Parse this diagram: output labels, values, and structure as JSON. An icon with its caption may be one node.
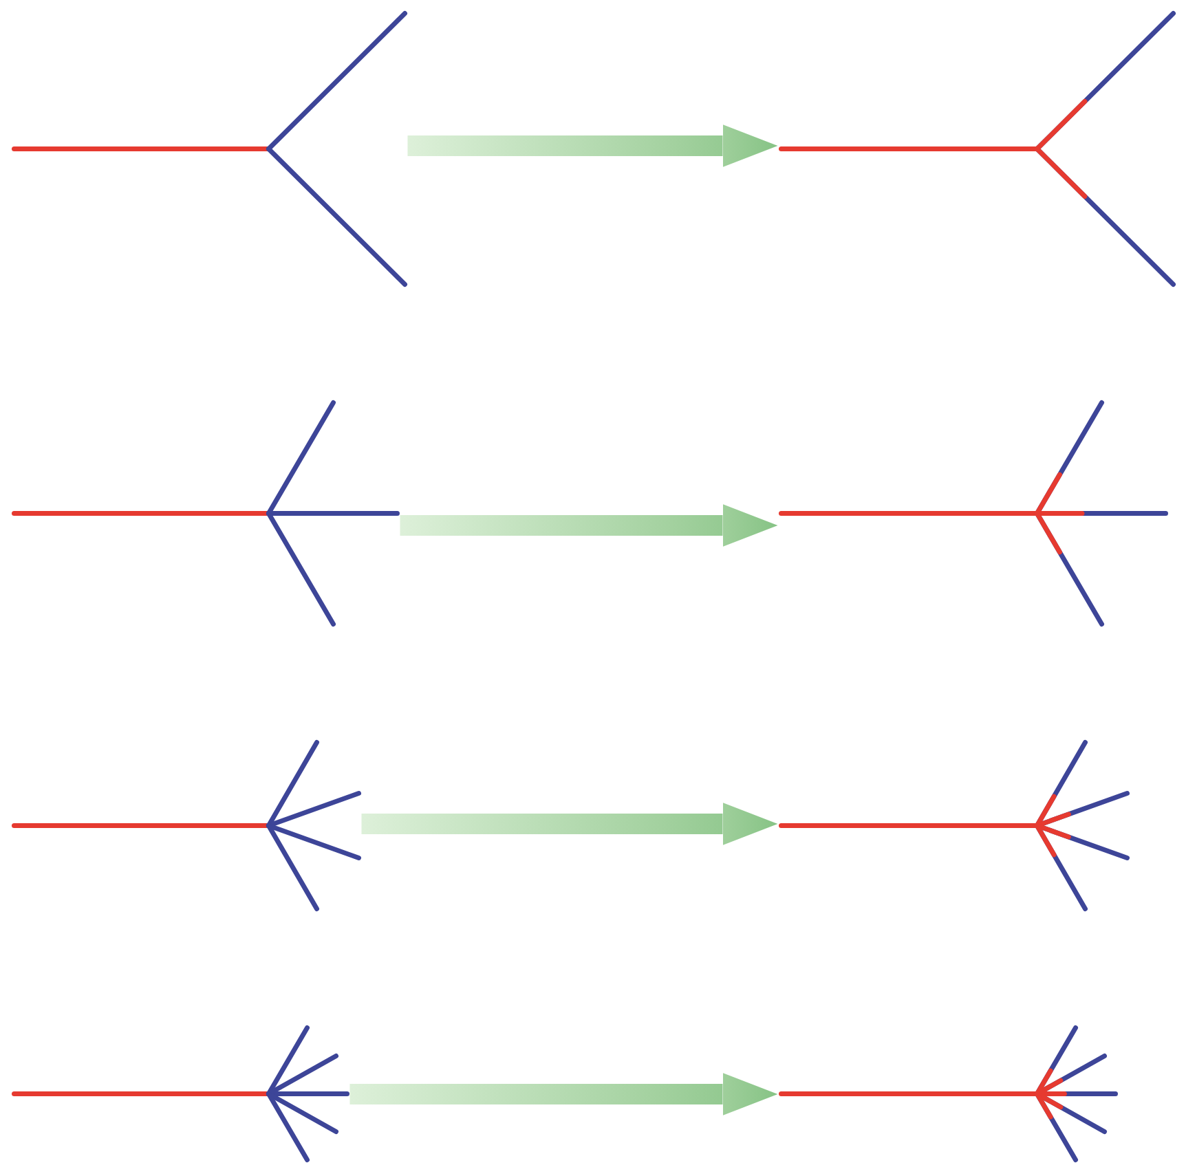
{
  "diagram": {
    "nodes": [
      {
        "text": [],
        "shape": "picture"
      },
      {
        "text": [],
        "shape": "picture"
      },
      {
        "text": [],
        "shape": "picture"
      },
      {
        "text": [],
        "shape": "picture"
      },
      {
        "text": [],
        "shape": "picture"
      },
      {
        "text": [],
        "shape": "picture"
      },
      {
        "text": [],
        "shape": "picture"
      },
      {
        "text": [],
        "shape": "picture"
      }
    ],
    "edges": [
      {
        "from": 0,
        "to": 1,
        "arrow": "to"
      },
      {
        "from": 2,
        "to": 3,
        "arrow": "to"
      },
      {
        "from": 4,
        "to": 5,
        "arrow": "to"
      },
      {
        "from": 6,
        "to": 7,
        "arrow": "to"
      }
    ]
  }
}
